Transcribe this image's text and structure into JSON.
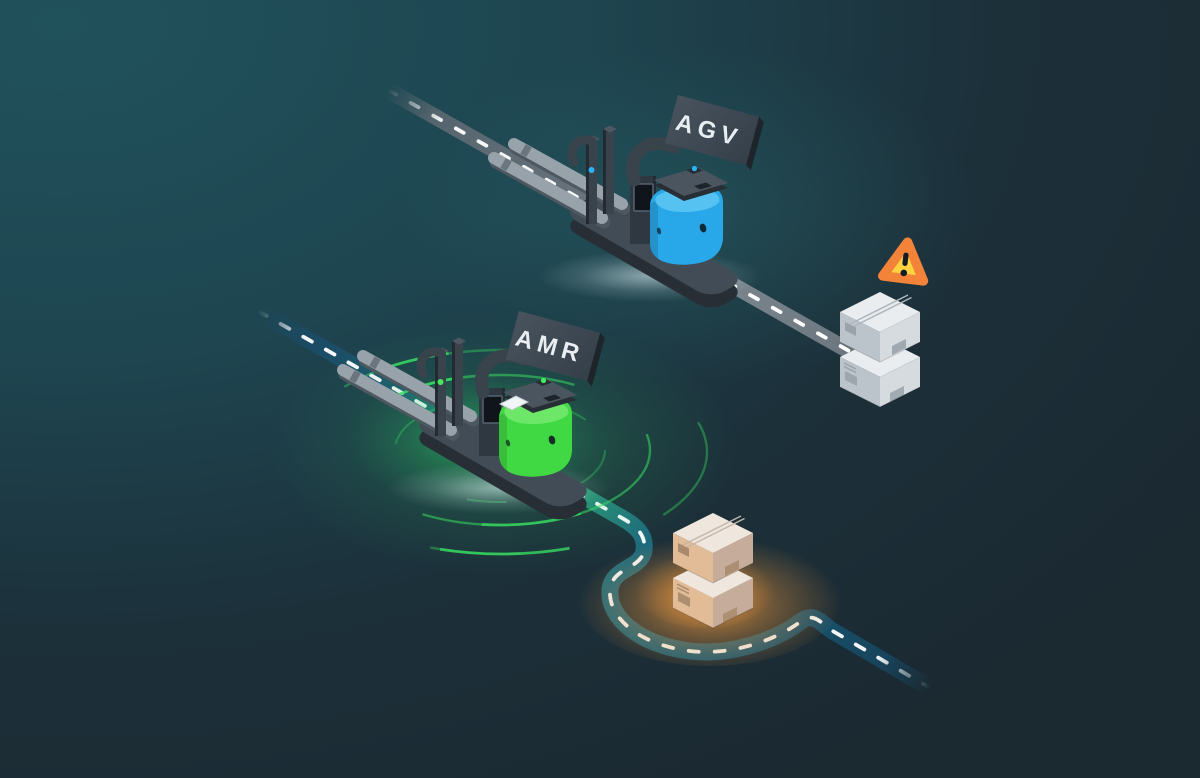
{
  "scene": {
    "agv": {
      "label": "AGV",
      "icon": "agv-forklift-robot",
      "body_color": "#29a8e9",
      "body_top_color": "#55c2f2",
      "sensor_color": "#2bb3f8",
      "road_color": "#6a757e"
    },
    "amr": {
      "label": "AMR",
      "icon": "amr-forklift-robot",
      "body_color": "#40d944",
      "body_top_color": "#6ce768",
      "sensor_color": "#47ea5e",
      "road_blue": "#1f6273",
      "road_green": "#2e9a74",
      "ripple_color": "#37da5f",
      "glow_color": "#2ed465"
    },
    "warning": {
      "icon": "warning-icon",
      "fill": "#ffd340",
      "border": "#f28338",
      "mark": "#141d26"
    },
    "white_boxes": {
      "icon": "pallet-boxes",
      "top": "#e9edf0",
      "left": "#bcc4cb",
      "right": "#d6dbdf",
      "label": "#99a3ab",
      "seam": "#aeb6bd"
    },
    "tan_boxes": {
      "icon": "pallet-boxes-highlighted",
      "top": "#efe7dd",
      "left": "#e2bb97",
      "right": "#c6ad9b",
      "label": "#a98a6d",
      "seam": "#c3b7a9",
      "glow": "#e6933c"
    },
    "dash_color": "#ffffff",
    "background": {
      "start": "#20525c",
      "end": "#1b2931"
    }
  }
}
